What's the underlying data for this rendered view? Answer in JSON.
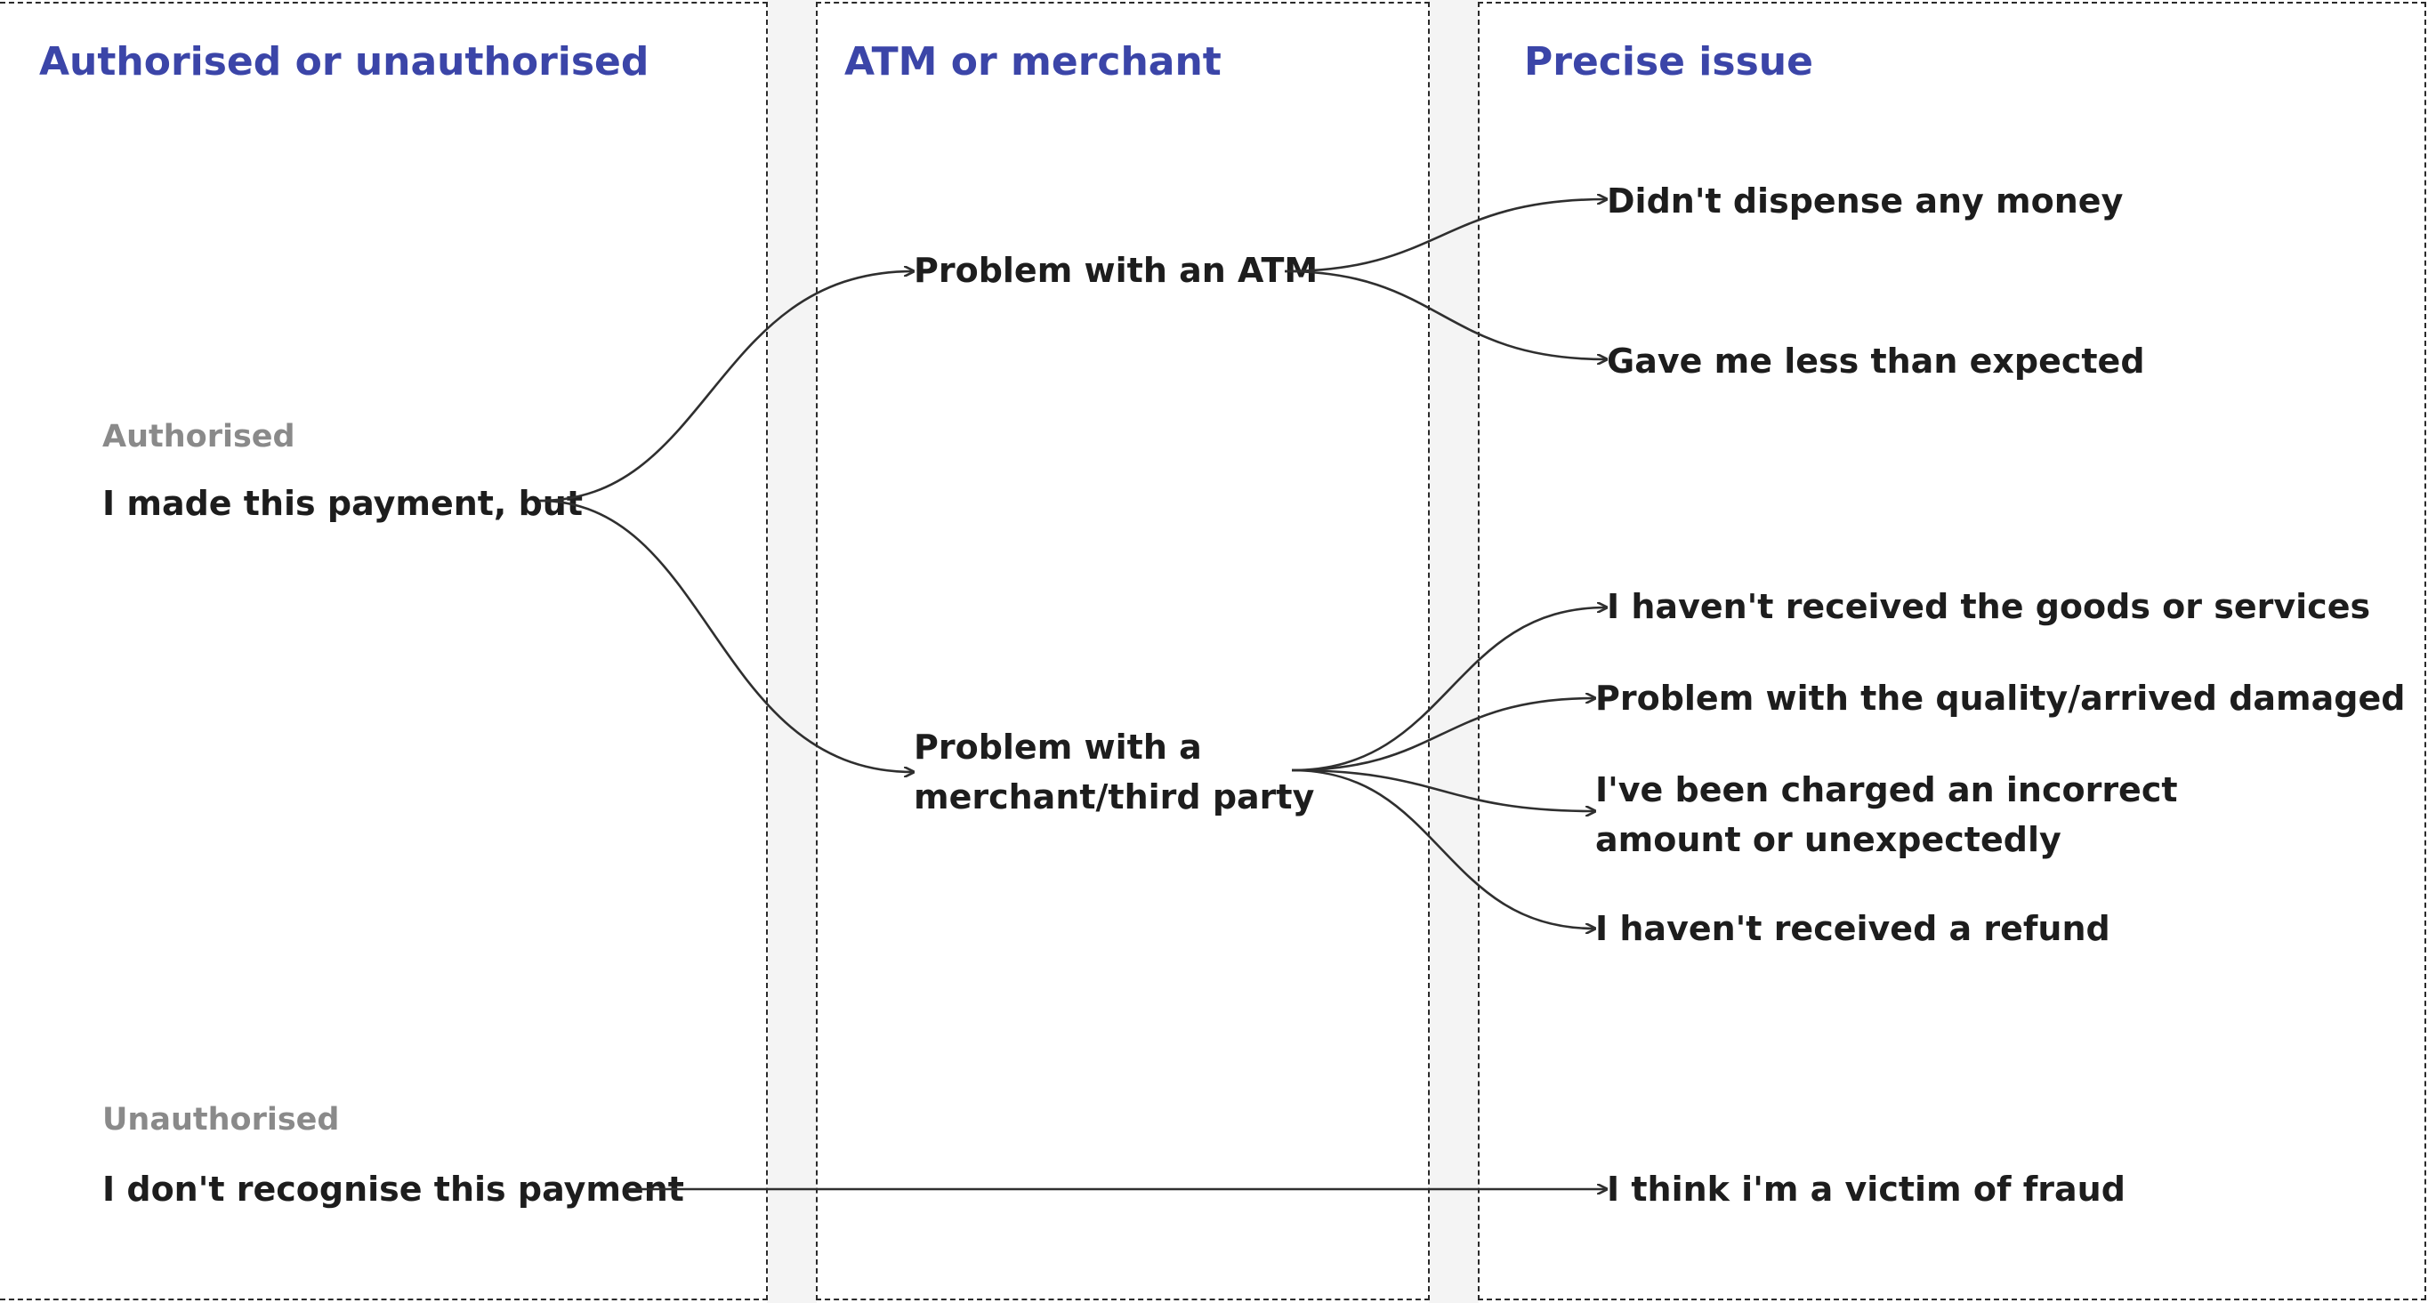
{
  "columns": [
    {
      "title": "Authorised or unauthorised"
    },
    {
      "title": "ATM or merchant"
    },
    {
      "title": "Precise issue"
    }
  ],
  "groups": {
    "authorised": "Authorised",
    "unauthorised": "Unauthorised"
  },
  "nodes": {
    "made_payment": "I made this payment, but",
    "dont_recognise": "I don't recognise this payment",
    "atm": "Problem with an ATM",
    "merchant_line1": "Problem with a",
    "merchant_line2": "merchant/third party",
    "no_money": "Didn't dispense any money",
    "less_money": "Gave me less than expected",
    "no_goods": "I haven't received the goods or services",
    "quality": "Problem with the quality/arrived damaged",
    "charged_line1": "I've been charged an incorrect",
    "charged_line2": "amount or unexpectedly",
    "no_refund": "I haven't received a refund",
    "fraud": "I think i'm a victim of fraud"
  },
  "edges": [
    {
      "from": "made_payment",
      "to": "atm"
    },
    {
      "from": "made_payment",
      "to": "merchant"
    },
    {
      "from": "atm",
      "to": "no_money"
    },
    {
      "from": "atm",
      "to": "less_money"
    },
    {
      "from": "merchant",
      "to": "no_goods"
    },
    {
      "from": "merchant",
      "to": "quality"
    },
    {
      "from": "merchant",
      "to": "charged"
    },
    {
      "from": "merchant",
      "to": "no_refund"
    },
    {
      "from": "dont_recognise",
      "to": "fraud"
    }
  ]
}
